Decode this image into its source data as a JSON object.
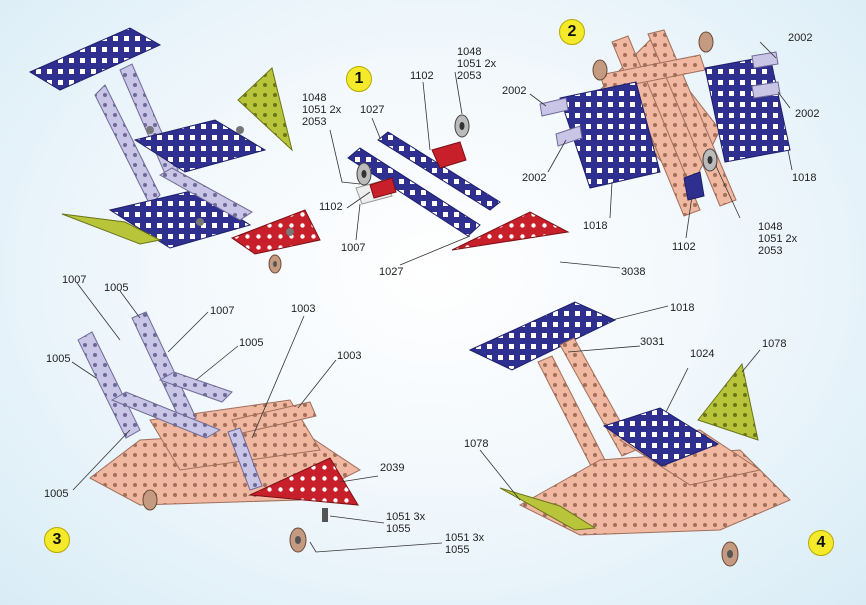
{
  "steps": [
    "1",
    "2",
    "3",
    "4"
  ],
  "labels": {
    "s1_1048": "1048",
    "s1_1051": "1051 2x",
    "s1_2053": "2053",
    "s1_1102_top": "1102",
    "s1_1048b": "1048",
    "s1_1051b": "1051 2x",
    "s1_2053b": "2053",
    "s1_1027_top": "1027",
    "s1_1102_left": "1102",
    "s1_1007": "1007",
    "s1_1027_bottom": "1027",
    "s1_3038": "3038",
    "s2_2002_a": "2002",
    "s2_2002_b": "2002",
    "s2_2002_c": "2002",
    "s2_2002_d": "2002",
    "s2_1018_right": "1018",
    "s2_1018_bottom": "1018",
    "s2_1102": "1102",
    "s2_1048": "1048",
    "s2_1051": "1051 2x",
    "s2_2053": "2053",
    "s3_1007_a": "1007",
    "s3_1005_a": "1005",
    "s3_1007_b": "1007",
    "s3_1003_a": "1003",
    "s3_1005_b": "1005",
    "s3_1003_b": "1003",
    "s3_1005_c": "1005",
    "s3_2039": "2039",
    "s3_1005_d": "1005",
    "s3_1051_a": "1051 3x",
    "s3_1055_a": "1055",
    "s3_1051_b": "1051 3x",
    "s3_1055_b": "1055",
    "s4_1018": "1018",
    "s4_3031": "3031",
    "s4_1024": "1024",
    "s4_1078_a": "1078",
    "s4_1078_b": "1078"
  },
  "colors": {
    "blue": "#2e2f8f",
    "red": "#c8202a",
    "lime": "#b8c43a",
    "salmon": "#f0b8a0",
    "lavender": "#c9c5e6",
    "step_yellow": "#f4ea2a"
  },
  "icons": [
    "bolt-icon",
    "wheel-icon"
  ]
}
